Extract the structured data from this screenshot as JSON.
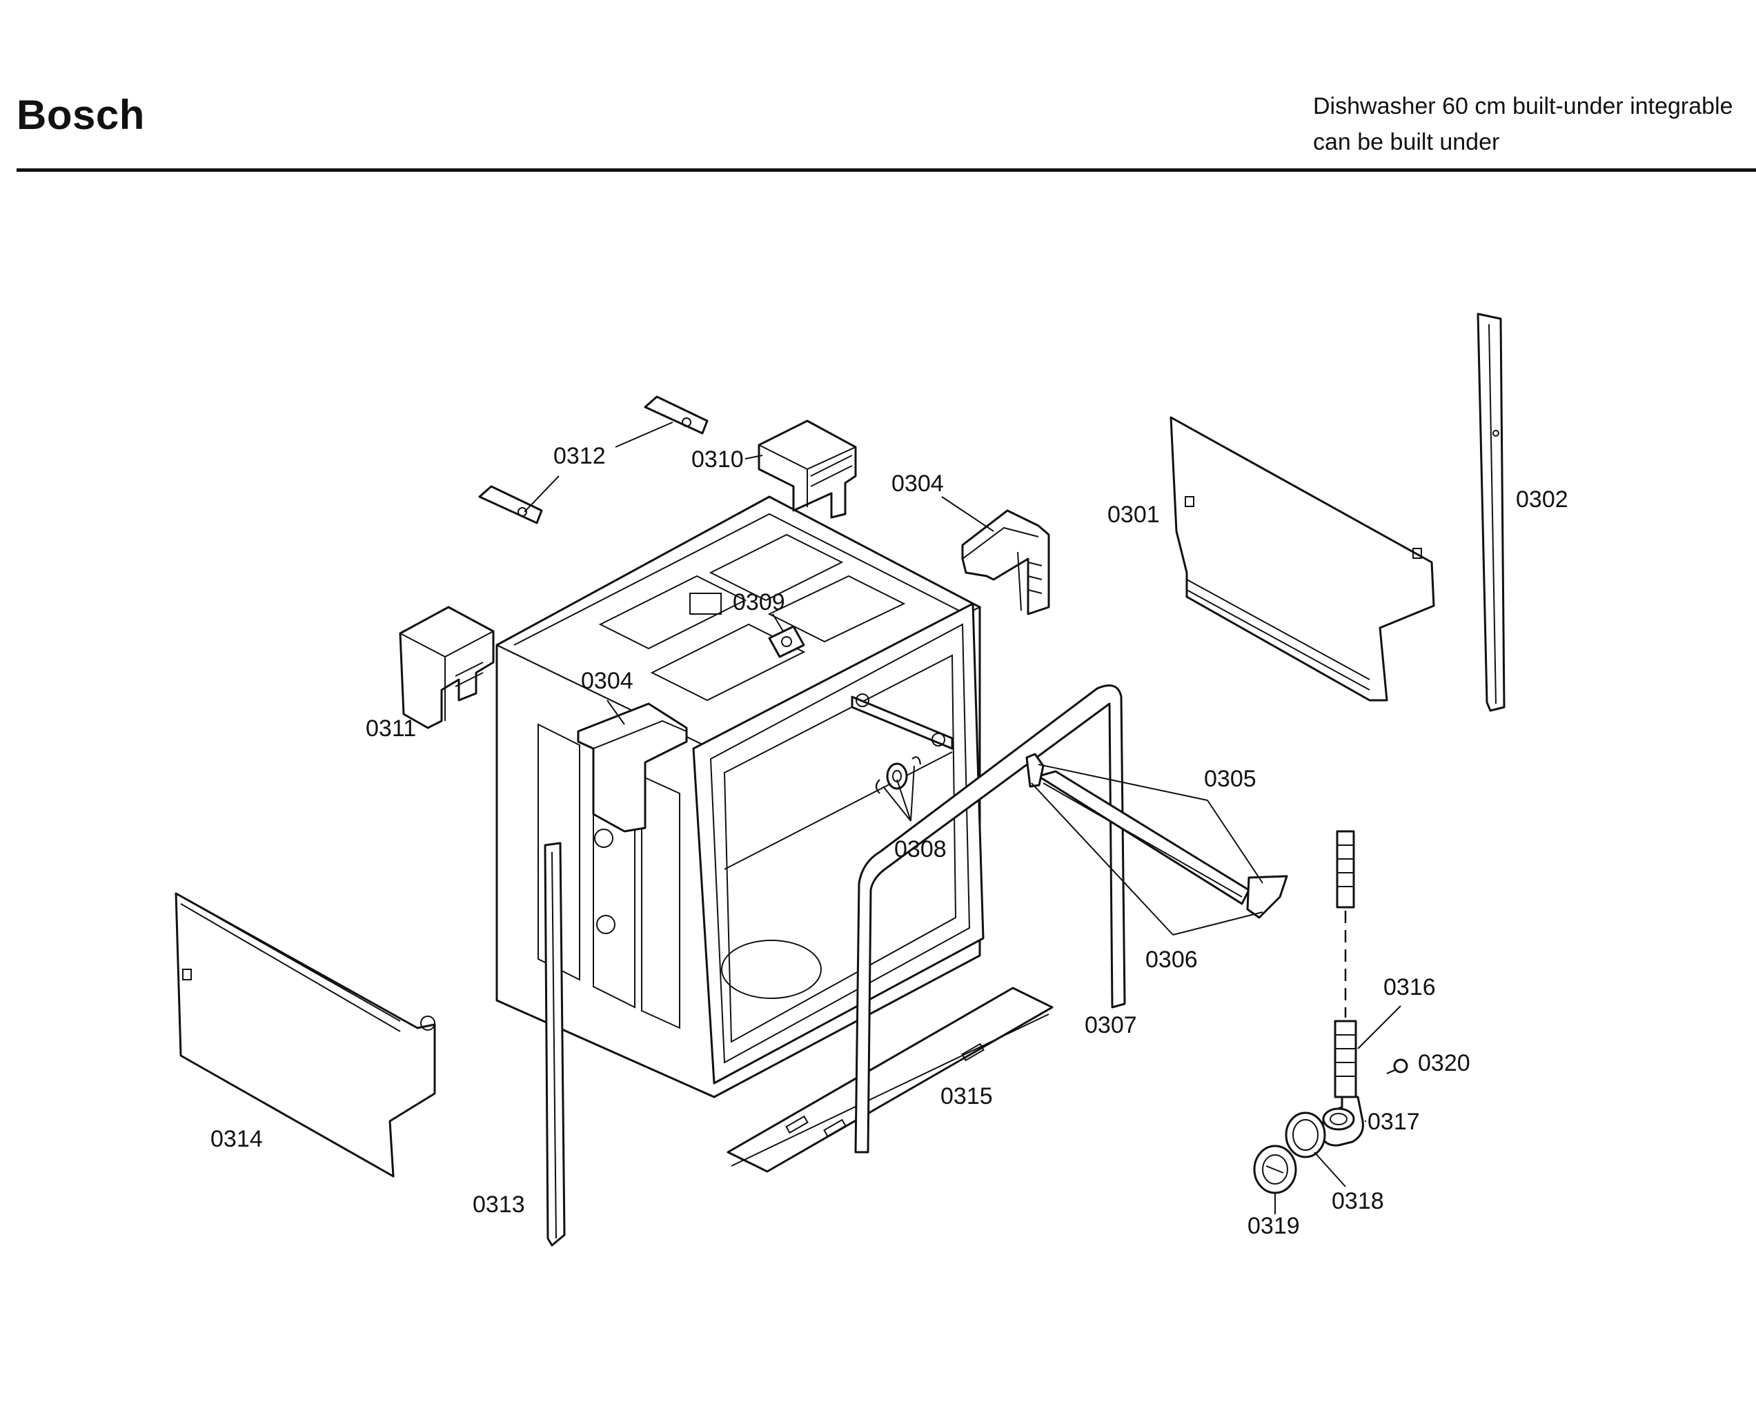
{
  "header": {
    "brand": "Bosch",
    "subtitle_line1": "Dishwasher 60 cm built-under integrable",
    "subtitle_line2": "can be built under"
  },
  "parts": {
    "p0301": "0301",
    "p0302": "0302",
    "p0304a": "0304",
    "p0304b": "0304",
    "p0305": "0305",
    "p0306": "0306",
    "p0307": "0307",
    "p0308": "0308",
    "p0309": "0309",
    "p0310": "0310",
    "p0311": "0311",
    "p0312": "0312",
    "p0313": "0313",
    "p0314": "0314",
    "p0315": "0315",
    "p0316": "0316",
    "p0317": "0317",
    "p0318": "0318",
    "p0319": "0319",
    "p0320": "0320"
  }
}
